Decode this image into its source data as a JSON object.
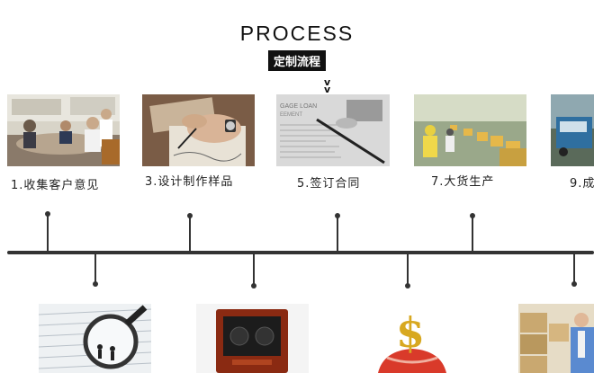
{
  "header": {
    "title": "PROCESS",
    "subtitle": "定制流程"
  },
  "steps_top": [
    {
      "label": "1.收集客户意见",
      "image": "meeting-photo"
    },
    {
      "label": "3.设计制作样品",
      "image": "sketching-photo"
    },
    {
      "label": "5.签订合同",
      "image": "contract-photo"
    },
    {
      "label": "7.大货生产",
      "image": "factory-photo"
    },
    {
      "label": "9.成",
      "image": "truck-photo"
    }
  ],
  "steps_bottom": [
    {
      "image": "magnifier-photo"
    },
    {
      "image": "watch-winder-photo"
    },
    {
      "image": "dollar-photo"
    },
    {
      "image": "warehouse-photo"
    }
  ]
}
